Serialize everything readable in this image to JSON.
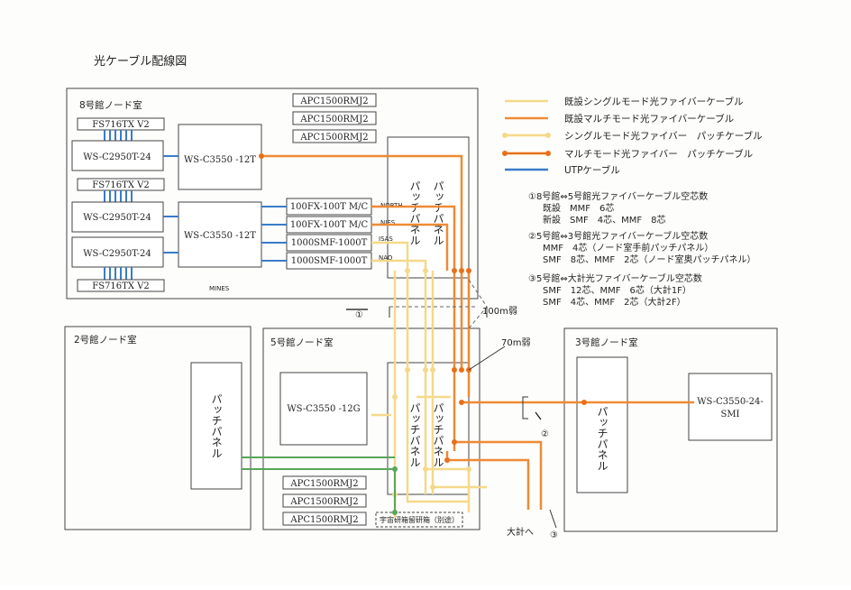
{
  "title": "光ケーブル配線図",
  "colors": {
    "sm_existing": "#f5d98a",
    "mm_existing": "#ee8a35",
    "sm_patch": "#f5d98a",
    "mm_patch": "#e8701a",
    "utp": "#3a7cc8",
    "green": "#5aa55a",
    "frame": "#444444"
  },
  "rooms": {
    "r8": "8号館ノード室",
    "r2": "2号館ノード室",
    "r5": "5号館ノード室",
    "r3": "3号館ノード室"
  },
  "devices": {
    "fs_top": "FS716TX V2",
    "fs_mid": "FS716TX V2",
    "fs_bot": "FS716TX V2",
    "c2950_a": "WS-C2950T-24",
    "c2950_b": "WS-C2950T-24",
    "c2950_c": "WS-C2950T-24",
    "c3550_a": "WS-C3550 -12T",
    "c3550_b": "WS-C3550 -12T",
    "mc1": "100FX-100T M/C",
    "mc2": "100FX-100T M/C",
    "mc3": "1000SMF-1000T",
    "mc4": "1000SMF-1000T",
    "apc8_1": "APC1500RMJ2",
    "apc8_2": "APC1500RMJ2",
    "apc8_3": "APC1500RMJ2",
    "c3550_5": "WS-C3550 -12G",
    "apc5_1": "APC1500RMJ2",
    "apc5_2": "APC1500RMJ2",
    "apc5_3": "APC1500RMJ2",
    "c3550_3_l1": "WS-C3550-24-",
    "c3550_3_l2": "SMI",
    "patch": "パッチパネル",
    "utyu": "宇宙研箱留研箱（別途）"
  },
  "handwritten": {
    "north": "NORTH",
    "nies": "NIES",
    "isas": "ISAS",
    "nao": "NAO",
    "mines": "MINES"
  },
  "markers": {
    "m1": "①",
    "m2": "②",
    "m3": "③",
    "d100": "100m弱",
    "d70": "70m弱",
    "taikei": "大計へ"
  },
  "legend": [
    {
      "label": "既設シングルモード光ファイバーケーブル",
      "style": "sm_existing"
    },
    {
      "label": "既設マルチモード光ファイバーケーブル",
      "style": "mm_existing"
    },
    {
      "label": "シングルモード光ファイバー　パッチケーブル",
      "style": "sm_patch"
    },
    {
      "label": "マルチモード光ファイバー　パッチケーブル",
      "style": "mm_patch"
    },
    {
      "label": "UTPケーブル",
      "style": "utp"
    }
  ],
  "notes": [
    "①8号館⇔5号館光ファイバーケーブル空芯数",
    "既設　MMF　6芯",
    "新設　SMF　4芯、MMF　8芯",
    "②5号館⇔3号館光ファイバーケーブル空芯数",
    "MMF　4芯（ノード室手前パッチパネル）",
    "SMF　8芯、MMF　2芯（ノード室奥パッチパネル）",
    "③5号館⇔大計光ファイバーケーブル空芯数",
    "SMF　12芯、MMF　6芯（大計1F）",
    "SMF　4芯、MMF　2芯（大計2F）"
  ]
}
